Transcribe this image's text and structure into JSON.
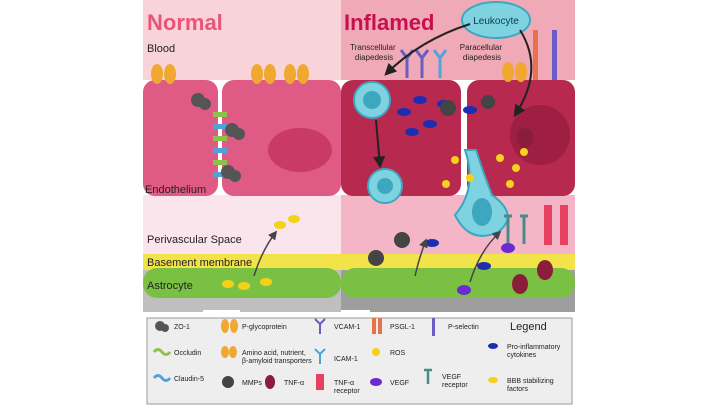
{
  "panels": {
    "normal_title": "Normal",
    "inflamed_title": "Inflamed"
  },
  "regions": {
    "blood": "Blood",
    "endothelium": "Endothelium",
    "perivascular": "Perivascular Space",
    "basement": "Basement membrane",
    "astrocyte": "Astrocyte"
  },
  "callouts": {
    "leukocyte": "Leukocyte",
    "transcellular": [
      "Transcellular",
      "diapedesis"
    ],
    "paracellular": [
      "Paracellular",
      "diapedesis"
    ]
  },
  "legend": {
    "title": "Legend",
    "items": [
      {
        "id": "zo1",
        "icon": "zo1-icon",
        "lines": [
          "ZO-1"
        ]
      },
      {
        "id": "pgp",
        "icon": "p-glycoprotein-icon",
        "lines": [
          "P-glycoprotein"
        ]
      },
      {
        "id": "vcam",
        "icon": "vcam1-icon",
        "lines": [
          "VCAM-1"
        ]
      },
      {
        "id": "psgl",
        "icon": "psgl1-icon",
        "lines": [
          "PSGL-1"
        ]
      },
      {
        "id": "psel",
        "icon": "p-selectin-icon",
        "lines": [
          "P-selectin"
        ]
      },
      {
        "id": "cyto",
        "icon": "cytokine-icon",
        "lines": [
          "Pro-inflammatory",
          "cytokines"
        ]
      },
      {
        "id": "occludin",
        "icon": "occludin-icon",
        "lines": [
          "Occludin"
        ]
      },
      {
        "id": "transporter",
        "icon": "transporter-icon",
        "lines": [
          "Amino acid, nutrient,",
          "β-amyloid transporters"
        ]
      },
      {
        "id": "icam",
        "icon": "icam1-icon",
        "lines": [
          "ICAM-1"
        ]
      },
      {
        "id": "ros",
        "icon": "ros-icon",
        "lines": [
          "ROS"
        ]
      },
      {
        "id": "claudin",
        "icon": "claudin5-icon",
        "lines": [
          "Claudin-5"
        ]
      },
      {
        "id": "mmp",
        "icon": "mmp-icon",
        "lines": [
          "MMPs"
        ]
      },
      {
        "id": "tnf",
        "icon": "tnf-alpha-icon",
        "lines": [
          "TNF-α"
        ]
      },
      {
        "id": "tnfr",
        "icon": "tnf-receptor-icon",
        "lines": [
          "TNF-α",
          "receptor"
        ]
      },
      {
        "id": "vegf",
        "icon": "vegf-icon",
        "lines": [
          "VEGF"
        ]
      },
      {
        "id": "vegfr",
        "icon": "vegf-receptor-icon",
        "lines": [
          "VEGF",
          "receptor"
        ]
      },
      {
        "id": "bbb",
        "icon": "bbb-factor-icon",
        "lines": [
          "BBB stabilizing",
          "factors"
        ]
      }
    ]
  },
  "colors": {
    "normal_title": "#e8547c",
    "inflamed_title": "#c7104f",
    "endothelium_normal": "#e05a86",
    "endothelium_inflamed": "#b8294f",
    "basement": "#f2e34a",
    "astrocyte": "#7ac143",
    "leukocyte": "#7fd3e0"
  }
}
